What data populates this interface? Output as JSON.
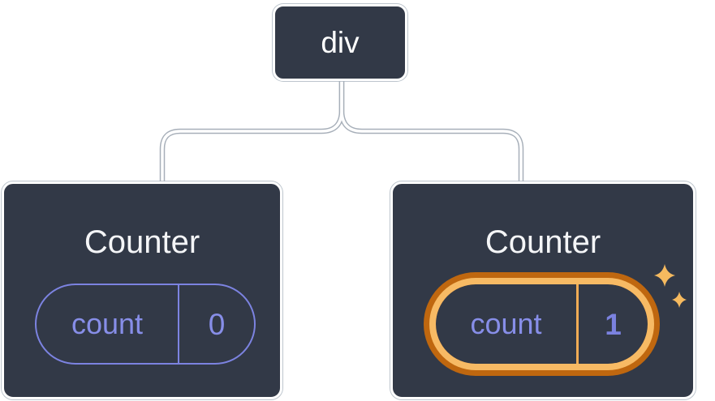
{
  "tree": {
    "root": {
      "label": "div"
    },
    "children": [
      {
        "title": "Counter",
        "state": {
          "key": "count",
          "value": "0"
        },
        "highlighted": false
      },
      {
        "title": "Counter",
        "state": {
          "key": "count",
          "value": "1"
        },
        "highlighted": true
      }
    ]
  },
  "icons": {
    "sparkles": "sparkles-icon (two four-pointed stars marking freshly re-created state)"
  },
  "colors": {
    "background": "#ffffff",
    "node_fill": "#323947",
    "node_border": "#ffffff",
    "node_text": "#ffffff",
    "connector_line": "#ffffff",
    "connector_fringe": "#a7afb9",
    "state_accent_purple": "#7c83e1",
    "state_text_purple": "#878ee8",
    "highlight_inner_orange": "#f7ba64",
    "highlight_outer_orange": "#bf670f",
    "highlight_divider_orange": "#f0ac55",
    "sparkle_orange": "#f6ba5f"
  }
}
